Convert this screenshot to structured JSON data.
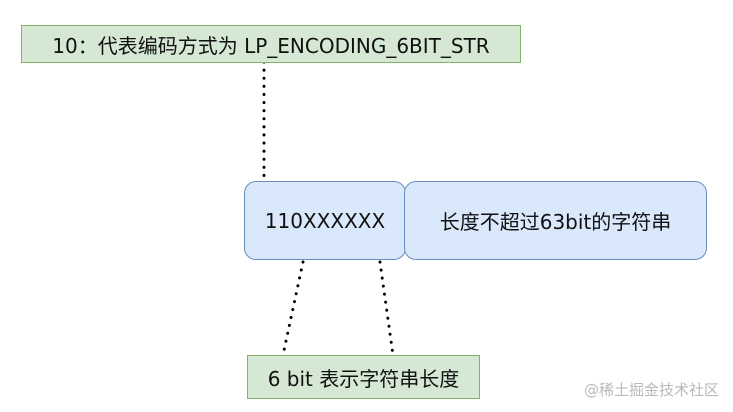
{
  "encoding_label": "10：代表编码方式为 LP_ENCODING_6BIT_STR",
  "header_bits": "110XXXXXX",
  "content_desc": "长度不超过63bit的字符串",
  "length_label": "6 bit 表示字符串长度",
  "watermark": "@稀土掘金技术社区",
  "colors": {
    "label_fill": "#d5e8d4",
    "label_border": "#82b366",
    "box_fill": "#dae8fc",
    "box_border": "#6c8ebf",
    "connector": "#000000"
  }
}
